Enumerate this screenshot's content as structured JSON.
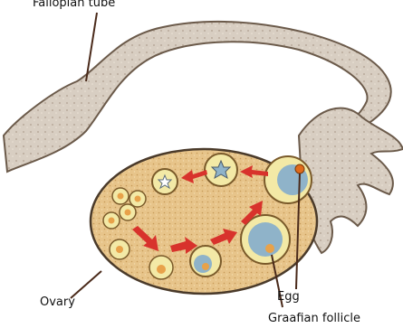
{
  "labels": {
    "fallopian_tube": "Fallopian tube",
    "ovary": "Ovary",
    "egg": "Egg",
    "graafian_follicle": "Graafian follicle"
  },
  "colors": {
    "tube_fill": "#d9cfc2",
    "tube_stroke": "#6b5a4a",
    "ovary_fill": "#e9c98f",
    "follicle_ring": "#f3e9a6",
    "follicle_core": "#8fb3c9",
    "arrow": "#d8322c",
    "egg_accent": "#e06a1a"
  }
}
